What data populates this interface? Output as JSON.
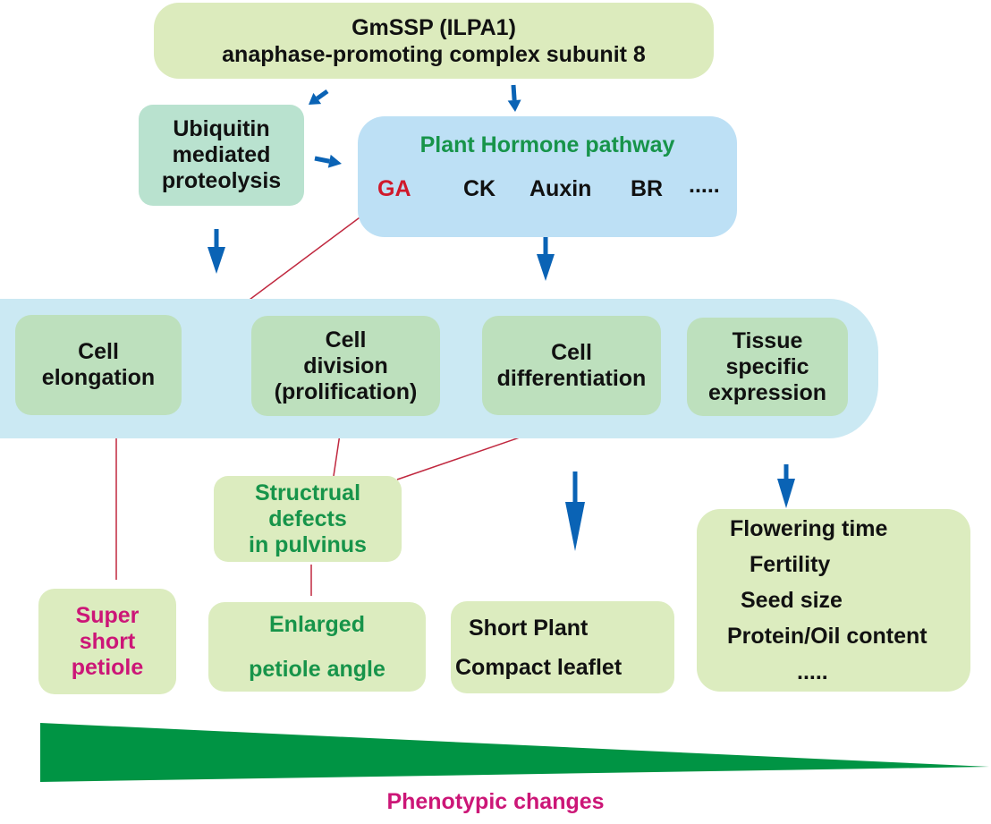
{
  "top": {
    "gene": "GmSSP (ILPA1)",
    "protein": "anaphase-promoting complex subunit 8"
  },
  "ubiquitin": [
    "Ubiquitin",
    "mediated",
    "proteolysis"
  ],
  "hormone": {
    "title": "Plant Hormone pathway",
    "items": [
      "GA",
      "CK",
      "Auxin",
      "BR",
      "....."
    ],
    "highlight_color": "#d0192b"
  },
  "processes": [
    {
      "lines": [
        "Cell",
        "elongation"
      ]
    },
    {
      "lines": [
        "Cell",
        "division",
        "(prolification)"
      ]
    },
    {
      "lines": [
        "Cell",
        "differentiation"
      ]
    },
    {
      "lines": [
        "Tissue",
        "specific",
        "expression"
      ]
    }
  ],
  "structural": [
    "Structrual",
    "defects",
    "in pulvinus"
  ],
  "phenotypes": {
    "super_short": [
      "Super",
      "short",
      "petiole"
    ],
    "enlarged": [
      "Enlarged",
      "petiole angle"
    ],
    "short_plant": [
      "Short Plant",
      "Compact leaflet"
    ],
    "reproductive": [
      "Flowering time",
      "Fertility",
      "Seed size",
      "Protein/Oil content",
      "....."
    ]
  },
  "gradient_label": "Phenotypic changes",
  "colors": {
    "arrow": "#0a63b5",
    "link_line": "#c0283f",
    "wedge": "#009444",
    "green_text": "#17944a",
    "magenta_text": "#cc1677"
  }
}
